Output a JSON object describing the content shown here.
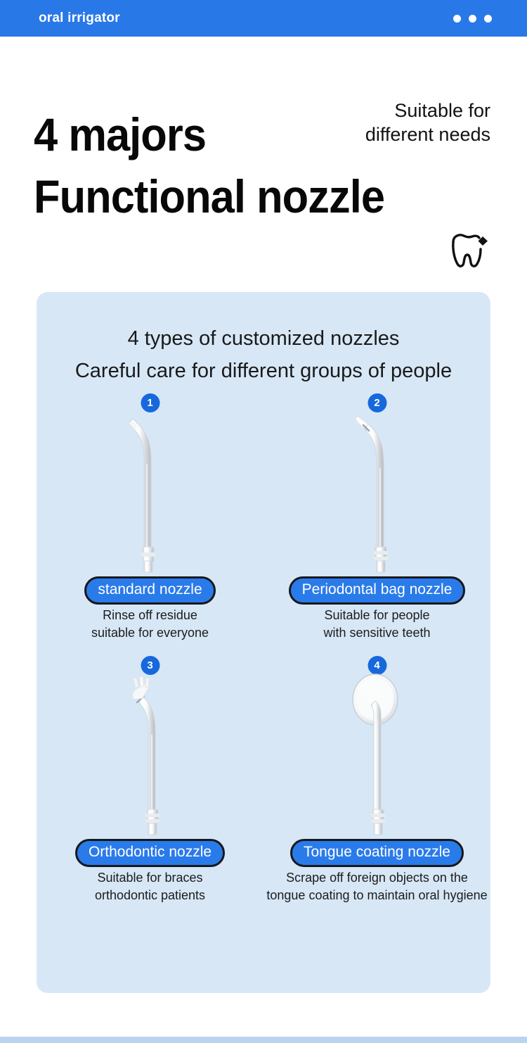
{
  "appbar": {
    "title": "oral irrigator",
    "menu_icon": "three-dots-icon",
    "background": "#2878e8"
  },
  "hero": {
    "title_line1": "4 majors",
    "title_line2": "Functional nozzle",
    "subtitle_line1": "Suitable for",
    "subtitle_line2": "different needs",
    "icon": "tooth-sparkle-icon"
  },
  "card": {
    "background": "#d7e7f6",
    "heading_line1": "4 types of customized nozzles",
    "heading_line2": "Careful care for different groups of people",
    "badge_color": "#1668dc",
    "pill_color": "#2a7bea",
    "nozzles": [
      {
        "number": "1",
        "art": "standard-nozzle-art",
        "label": "standard nozzle",
        "desc_line1": "Rinse off residue",
        "desc_line2": "suitable for everyone"
      },
      {
        "number": "2",
        "art": "periodontal-nozzle-art",
        "label": "Periodontal bag nozzle",
        "desc_line1": "Suitable for people",
        "desc_line2": "with sensitive teeth"
      },
      {
        "number": "3",
        "art": "orthodontic-nozzle-art",
        "label": "Orthodontic nozzle",
        "desc_line1": "Suitable for braces",
        "desc_line2": "orthodontic patients"
      },
      {
        "number": "4",
        "art": "tongue-coating-nozzle-art",
        "label": "Tongue coating nozzle",
        "desc_line1": "Scrape off foreign objects on the",
        "desc_line2": "tongue coating to maintain oral hygiene"
      }
    ]
  }
}
